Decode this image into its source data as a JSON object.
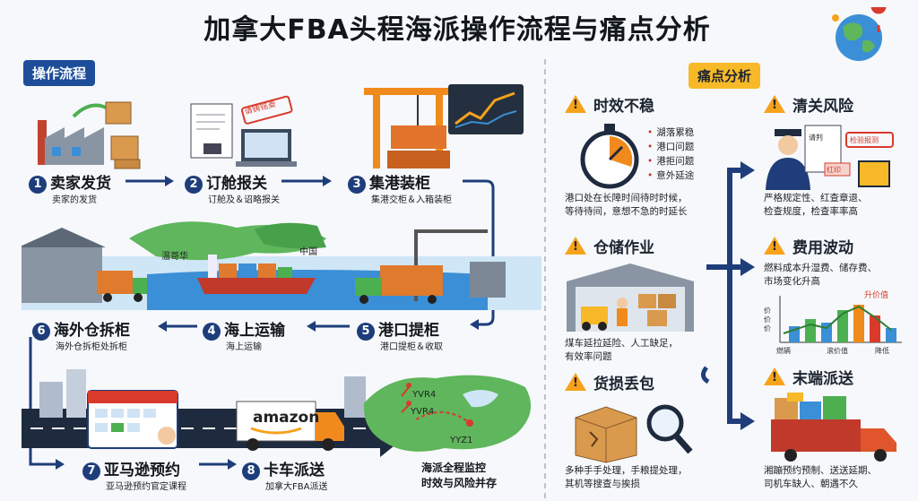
{
  "title": "加拿大FBA头程海派操作流程与痛点分析",
  "sections": {
    "process": "操作流程",
    "pain": "痛点分析"
  },
  "steps": [
    {
      "num": "1",
      "label": "卖家发货",
      "sub": "卖家的发货"
    },
    {
      "num": "2",
      "label": "订舱报关",
      "sub": "订舱及＆诏略报关"
    },
    {
      "num": "3",
      "label": "集港装柜",
      "sub": "集港交柜＆入箱装柜"
    },
    {
      "num": "4",
      "label": "海上运输",
      "sub": "海上运输"
    },
    {
      "num": "5",
      "label": "港口提柜",
      "sub": "港口提柜＆收取"
    },
    {
      "num": "6",
      "label": "海外仓拆柜",
      "sub": "海外仓拆柜处拆柜"
    },
    {
      "num": "7",
      "label": "亚马逊预约",
      "sub": "亚马逊预约官定课程"
    },
    {
      "num": "8",
      "label": "卡车派送",
      "sub": "加拿大FBA派送"
    }
  ],
  "stamp_text": "请铸铭菱",
  "map_labels": {
    "vancouver": "温哥华",
    "china": "中国",
    "yvr4a": "YVR4",
    "yvr4b": "YVR4",
    "yyz1": "YYZ1"
  },
  "amazon_logo": "amazon",
  "monitor_note": [
    "海派全程监控",
    "时效与风险并存"
  ],
  "pains": {
    "timeliness": {
      "title": "时效不稳",
      "bullets": [
        "湖落累稳",
        "港口问题",
        "港拒问题",
        "意外延途"
      ],
      "text": [
        "港口处在长障时间待时时候，",
        "等待待间，意想不急的时延长"
      ]
    },
    "warehouse": {
      "title": "仓储作业",
      "text": [
        "煤车延拉延险、人工缺足，",
        "有效率问题"
      ]
    },
    "damage": {
      "title": "货损丢包",
      "text": [
        "多种手手处理，手粮提处理，",
        "其机等搜查与挨损"
      ]
    },
    "customs": {
      "title": "清关风险",
      "doc_label": "请判",
      "stamp1": "检验报测",
      "stamp2": "红印",
      "text": [
        "严格规定性、红查章退、",
        "检查规度，检查率率高"
      ]
    },
    "cost": {
      "title": "费用波动",
      "text": [
        "燃料成本升湿费、储存费、",
        "市场变化升高"
      ],
      "chart_note": "升价值",
      "axis_label": "价价价",
      "x_labels": [
        "燃辆",
        "滚价值",
        "降低"
      ]
    },
    "lastmile": {
      "title": "末端派送",
      "text": [
        "湘蹦预约预制、送送延期、",
        "司机车缺人、朝遇不久"
      ]
    }
  },
  "colors": {
    "navy": "#1e3d7a",
    "orange": "#f7a21b",
    "ocean": "#3b8fd6",
    "green": "#4caf50",
    "red": "#d93a2b"
  },
  "icons": [
    "factory-icon",
    "document-icon",
    "crane-icon",
    "ship-icon",
    "truck-icon",
    "stopwatch-icon",
    "magnifier-icon",
    "officer-icon",
    "globe-icon",
    "calendar-icon"
  ]
}
